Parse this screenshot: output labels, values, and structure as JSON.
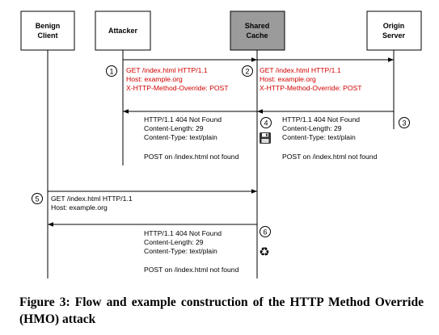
{
  "actors": [
    {
      "line1": "Benign",
      "line2": "Client",
      "fill": "#ffffff"
    },
    {
      "line1": "Attacker",
      "line2": "",
      "fill": "#ffffff"
    },
    {
      "line1": "Shared",
      "line2": "Cache",
      "fill": "#9b9b9b"
    },
    {
      "line1": "Origin",
      "line2": "Server",
      "fill": "#ffffff"
    }
  ],
  "steps": [
    "1",
    "2",
    "3",
    "4",
    "5",
    "6"
  ],
  "messages": {
    "step1_request": [
      "GET /index.html HTTP/1.1",
      "Host: example.org",
      "X-HTTP-Method-Override: POST"
    ],
    "step2_request": [
      "GET /index.html HTTP/1.1",
      "Host: example.org",
      "X-HTTP-Method-Override: POST"
    ],
    "step3_response": [
      "HTTP/1.1 404 Not Found",
      "Content-Length: 29",
      "Content-Type: text/plain",
      "",
      "POST on /index.html not found"
    ],
    "step4_response": [
      "HTTP/1.1 404 Not Found",
      "Content-Length: 29",
      "Content-Type: text/plain",
      "",
      "POST on /index.html not found"
    ],
    "step5_request": [
      "GET /index.html HTTP/1.1",
      "Host: example.org"
    ],
    "step6_response": [
      "HTTP/1.1 404 Not Found",
      "Content-Length: 29",
      "Content-Type: text/plain",
      "",
      "POST on /index.html not found"
    ]
  },
  "icons": {
    "store": "floppy-disk-icon",
    "serve": "recycle-icon"
  },
  "colors": {
    "request_text": "#d20000",
    "response_text": "#000000",
    "cache_fill": "#9b9b9b"
  },
  "caption": "Figure 3: Flow and example construction of the HTTP Method Override (HMO) attack"
}
